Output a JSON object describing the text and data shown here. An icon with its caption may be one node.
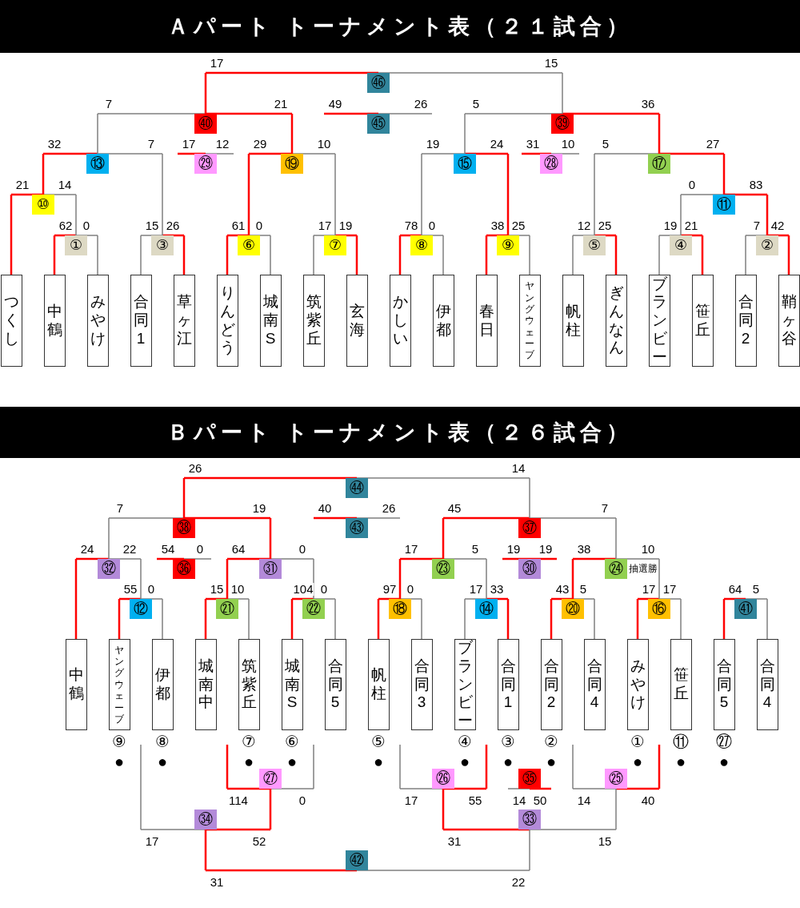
{
  "diagram": {
    "nodes": [
      {
        "text": [
          "Ａパート トーナメント表（２１試合）"
        ]
      },
      {
        "text": [
          "㊻"
        ]
      },
      {
        "text": [
          "㊵"
        ]
      },
      {
        "text": [
          "㊺"
        ]
      },
      {
        "text": [
          "㊴"
        ]
      },
      {
        "text": [
          "⑬"
        ]
      },
      {
        "text": [
          "㉙"
        ]
      },
      {
        "text": [
          "⑲"
        ]
      },
      {
        "text": [
          "⑮"
        ]
      },
      {
        "text": [
          "㉘"
        ]
      },
      {
        "text": [
          "⑰"
        ]
      },
      {
        "text": [
          "⑩"
        ]
      },
      {
        "text": [
          "⑪"
        ]
      },
      {
        "text": [
          "①"
        ]
      },
      {
        "text": [
          "③"
        ]
      },
      {
        "text": [
          "⑥"
        ]
      },
      {
        "text": [
          "⑦"
        ]
      },
      {
        "text": [
          "⑧"
        ]
      },
      {
        "text": [
          "⑨"
        ]
      },
      {
        "text": [
          "⑤"
        ]
      },
      {
        "text": [
          "④"
        ]
      },
      {
        "text": [
          "②"
        ]
      },
      {
        "text": [
          "つくし"
        ]
      },
      {
        "text": [
          "中鶴"
        ]
      },
      {
        "text": [
          "みやけ"
        ]
      },
      {
        "text": [
          "合同1"
        ]
      },
      {
        "text": [
          "草ヶ江"
        ]
      },
      {
        "text": [
          "りんどう"
        ]
      },
      {
        "text": [
          "城南S"
        ]
      },
      {
        "text": [
          "筑紫丘"
        ]
      },
      {
        "text": [
          "玄海"
        ]
      },
      {
        "text": [
          "かしい"
        ]
      },
      {
        "text": [
          "伊都"
        ]
      },
      {
        "text": [
          "春日"
        ]
      },
      {
        "text": [
          "ヤングウェーブ"
        ]
      },
      {
        "text": [
          "帆柱"
        ]
      },
      {
        "text": [
          "ぎんなん"
        ]
      },
      {
        "text": [
          "ブランビー"
        ]
      },
      {
        "text": [
          "笹丘"
        ]
      },
      {
        "text": [
          "合同2"
        ]
      },
      {
        "text": [
          "鞘ヶ谷"
        ]
      },
      {
        "text": [
          "Ｂパート トーナメント表（２６試合）"
        ]
      },
      {
        "text": [
          "㊹"
        ]
      },
      {
        "text": [
          "㊳"
        ]
      },
      {
        "text": [
          "㊸"
        ]
      },
      {
        "text": [
          "㊲"
        ]
      },
      {
        "text": [
          "㉜"
        ]
      },
      {
        "text": [
          "㊱"
        ]
      },
      {
        "text": [
          "㉛"
        ]
      },
      {
        "text": [
          "㉓"
        ]
      },
      {
        "text": [
          "㉚"
        ]
      },
      {
        "text": [
          "㉔"
        ],
        "beside": [
          "抽選勝"
        ]
      },
      {
        "text": [
          "⑫"
        ]
      },
      {
        "text": [
          "㉑"
        ]
      },
      {
        "text": [
          "㉒"
        ]
      },
      {
        "text": [
          "⑱"
        ]
      },
      {
        "text": [
          "⑭"
        ]
      },
      {
        "text": [
          "⑳"
        ]
      },
      {
        "text": [
          "⑯"
        ]
      },
      {
        "text": [
          "㊶"
        ]
      },
      {
        "text": [
          "中鶴"
        ]
      },
      {
        "text": [
          "ヤングウェーブ"
        ]
      },
      {
        "text": [
          "伊都"
        ]
      },
      {
        "text": [
          "城南中"
        ]
      },
      {
        "text": [
          "筑紫丘"
        ]
      },
      {
        "text": [
          "城南S"
        ]
      },
      {
        "text": [
          "合同5"
        ]
      },
      {
        "text": [
          "帆柱"
        ]
      },
      {
        "text": [
          "合同3"
        ]
      },
      {
        "text": [
          "ブランビー"
        ]
      },
      {
        "text": [
          "合同1"
        ]
      },
      {
        "text": [
          "合同2"
        ]
      },
      {
        "text": [
          "合同4"
        ]
      },
      {
        "text": [
          "みやけ"
        ]
      },
      {
        "text": [
          "笹丘"
        ]
      },
      {
        "text": [
          "合同5"
        ]
      },
      {
        "text": [
          "合同4"
        ]
      },
      {
        "text": [
          "㉗"
        ]
      },
      {
        "text": [
          "㉖"
        ]
      },
      {
        "text": [
          "㉟"
        ]
      },
      {
        "text": [
          "㉕"
        ]
      },
      {
        "text": [
          "㉞"
        ]
      },
      {
        "text": [
          "㉝"
        ]
      },
      {
        "text": [
          "㊷"
        ]
      }
    ],
    "edges": [
      {
        "from": 23,
        "to": 13,
        "arrow": "none",
        "label": "62"
      },
      {
        "from": 24,
        "to": 13,
        "arrow": "none",
        "label": "0",
        "color": "#7f7f7f"
      },
      {
        "from": 25,
        "to": 14,
        "arrow": "none",
        "label": "15",
        "color": "#7f7f7f"
      },
      {
        "from": 26,
        "to": 14,
        "arrow": "none",
        "label": "26"
      },
      {
        "from": 27,
        "to": 15,
        "arrow": "none",
        "label": "61"
      },
      {
        "from": 28,
        "to": 15,
        "arrow": "none",
        "label": "0",
        "color": "#7f7f7f"
      },
      {
        "from": 29,
        "to": 16,
        "arrow": "none",
        "label": "17",
        "color": "#7f7f7f"
      },
      {
        "from": 30,
        "to": 16,
        "arrow": "none",
        "label": "19"
      },
      {
        "from": 31,
        "to": 17,
        "arrow": "none",
        "label": "78"
      },
      {
        "from": 32,
        "to": 17,
        "arrow": "none",
        "label": "0",
        "color": "#7f7f7f"
      },
      {
        "from": 33,
        "to": 18,
        "arrow": "none",
        "label": "38"
      },
      {
        "from": 34,
        "to": 18,
        "arrow": "none",
        "label": "25",
        "color": "#7f7f7f"
      },
      {
        "from": 35,
        "to": 19,
        "arrow": "none",
        "label": "12",
        "color": "#7f7f7f"
      },
      {
        "from": 36,
        "to": 19,
        "arrow": "none",
        "label": "25"
      },
      {
        "from": 37,
        "to": 20,
        "arrow": "none",
        "label": "19",
        "color": "#7f7f7f"
      },
      {
        "from": 38,
        "to": 20,
        "arrow": "none",
        "label": "21"
      },
      {
        "from": 39,
        "to": 21,
        "arrow": "none",
        "label": "7",
        "color": "#7f7f7f"
      },
      {
        "from": 40,
        "to": 21,
        "arrow": "none",
        "label": "42"
      },
      {
        "from": 22,
        "to": 11,
        "arrow": "none",
        "label": "21"
      },
      {
        "from": 13,
        "to": 11,
        "arrow": "none",
        "label": "14",
        "color": "#7f7f7f"
      },
      {
        "from": 20,
        "to": 12,
        "arrow": "none",
        "label": "0",
        "color": "#7f7f7f"
      },
      {
        "from": 21,
        "to": 12,
        "arrow": "none",
        "label": "83"
      },
      {
        "from": 11,
        "to": 5,
        "arrow": "none",
        "label": "32"
      },
      {
        "from": 14,
        "to": 5,
        "arrow": "none",
        "label": "7",
        "color": "#7f7f7f"
      },
      {
        "from": null,
        "to": 6,
        "arrow": "none",
        "label": "17"
      },
      {
        "from": null,
        "to": 6,
        "arrow": "none",
        "label": "12",
        "color": "#7f7f7f"
      },
      {
        "from": 15,
        "to": 7,
        "arrow": "none",
        "label": "29"
      },
      {
        "from": 16,
        "to": 7,
        "arrow": "none",
        "label": "10",
        "color": "#7f7f7f"
      },
      {
        "from": 17,
        "to": 8,
        "arrow": "none",
        "label": "19",
        "color": "#7f7f7f"
      },
      {
        "from": 18,
        "to": 8,
        "arrow": "none",
        "label": "24"
      },
      {
        "from": null,
        "to": 9,
        "arrow": "none",
        "label": "31"
      },
      {
        "from": null,
        "to": 9,
        "arrow": "none",
        "label": "10",
        "color": "#7f7f7f"
      },
      {
        "from": 19,
        "to": 10,
        "arrow": "none",
        "label": "5",
        "color": "#7f7f7f"
      },
      {
        "from": 12,
        "to": 10,
        "arrow": "none",
        "label": "27"
      },
      {
        "from": 5,
        "to": 2,
        "arrow": "none",
        "label": "7",
        "color": "#7f7f7f"
      },
      {
        "from": 7,
        "to": 2,
        "arrow": "none",
        "label": "21"
      },
      {
        "from": null,
        "to": 3,
        "arrow": "none",
        "label": "49"
      },
      {
        "from": null,
        "to": 3,
        "arrow": "none",
        "label": "26",
        "color": "#7f7f7f"
      },
      {
        "from": 8,
        "to": 4,
        "arrow": "none",
        "label": "5",
        "color": "#7f7f7f"
      },
      {
        "from": 10,
        "to": 4,
        "arrow": "none",
        "label": "36"
      },
      {
        "from": 2,
        "to": 1,
        "arrow": "none",
        "label": "17"
      },
      {
        "from": 4,
        "to": 1,
        "arrow": "none",
        "label": "15",
        "color": "#7f7f7f"
      },
      {
        "from": 61,
        "to": 52,
        "arrow": "none",
        "label": "55"
      },
      {
        "from": 62,
        "to": 52,
        "arrow": "none",
        "label": "0",
        "color": "#7f7f7f"
      },
      {
        "from": 63,
        "to": 53,
        "arrow": "none",
        "label": "15"
      },
      {
        "from": 64,
        "to": 53,
        "arrow": "none",
        "label": "10",
        "color": "#7f7f7f"
      },
      {
        "from": 65,
        "to": 54,
        "arrow": "none",
        "label": "104"
      },
      {
        "from": 66,
        "to": 54,
        "arrow": "none",
        "label": "0",
        "color": "#7f7f7f"
      },
      {
        "from": 67,
        "to": 55,
        "arrow": "none",
        "label": "97"
      },
      {
        "from": 68,
        "to": 55,
        "arrow": "none",
        "label": "0",
        "color": "#7f7f7f"
      },
      {
        "from": 69,
        "to": 56,
        "arrow": "none",
        "label": "17",
        "color": "#7f7f7f"
      },
      {
        "from": 70,
        "to": 56,
        "arrow": "none",
        "label": "33"
      },
      {
        "from": 71,
        "to": 57,
        "arrow": "none",
        "label": "43"
      },
      {
        "from": 72,
        "to": 57,
        "arrow": "none",
        "label": "5",
        "color": "#7f7f7f"
      },
      {
        "from": 73,
        "to": 58,
        "arrow": "none",
        "label": "17"
      },
      {
        "from": 74,
        "to": 58,
        "arrow": "none",
        "label": "17",
        "color": "#7f7f7f"
      },
      {
        "from": 75,
        "to": 59,
        "arrow": "none",
        "label": "64"
      },
      {
        "from": 76,
        "to": 59,
        "arrow": "none",
        "label": "5",
        "color": "#7f7f7f"
      },
      {
        "from": 60,
        "to": 46,
        "arrow": "none",
        "label": "24"
      },
      {
        "from": 52,
        "to": 46,
        "arrow": "none",
        "label": "22",
        "color": "#7f7f7f"
      },
      {
        "from": null,
        "to": 47,
        "arrow": "none",
        "label": "54"
      },
      {
        "from": null,
        "to": 47,
        "arrow": "none",
        "label": "0",
        "color": "#7f7f7f"
      },
      {
        "from": 53,
        "to": 48,
        "arrow": "none",
        "label": "64"
      },
      {
        "from": 54,
        "to": 48,
        "arrow": "none",
        "label": "0",
        "color": "#7f7f7f"
      },
      {
        "from": 55,
        "to": 49,
        "arrow": "none",
        "label": "17"
      },
      {
        "from": 56,
        "to": 49,
        "arrow": "none",
        "label": "5",
        "color": "#7f7f7f"
      },
      {
        "from": null,
        "to": 50,
        "arrow": "none",
        "label": "19"
      },
      {
        "from": null,
        "to": 50,
        "arrow": "none",
        "label": "19"
      },
      {
        "from": 57,
        "to": 51,
        "arrow": "none",
        "label": "38"
      },
      {
        "from": 58,
        "to": 51,
        "arrow": "none",
        "label": "10",
        "color": "#7f7f7f"
      },
      {
        "from": 46,
        "to": 43,
        "arrow": "none",
        "label": "7",
        "color": "#7f7f7f"
      },
      {
        "from": 48,
        "to": 43,
        "arrow": "none",
        "label": "19"
      },
      {
        "from": null,
        "to": 44,
        "arrow": "none",
        "label": "40"
      },
      {
        "from": null,
        "to": 44,
        "arrow": "none",
        "label": "26",
        "color": "#7f7f7f"
      },
      {
        "from": 49,
        "to": 45,
        "arrow": "none",
        "label": "45"
      },
      {
        "from": 51,
        "to": 45,
        "arrow": "none",
        "label": "7",
        "color": "#7f7f7f"
      },
      {
        "from": 43,
        "to": 42,
        "arrow": "none",
        "label": "26"
      },
      {
        "from": 45,
        "to": 42,
        "arrow": "none",
        "label": "14",
        "color": "#7f7f7f"
      },
      {
        "from": null,
        "to": 77,
        "arrow": "none",
        "label": "114"
      },
      {
        "from": null,
        "to": 77,
        "arrow": "none",
        "label": "0",
        "color": "#7f7f7f"
      },
      {
        "from": null,
        "to": 78,
        "arrow": "none",
        "label": "17",
        "color": "#7f7f7f"
      },
      {
        "from": null,
        "to": 78,
        "arrow": "none",
        "label": "55"
      },
      {
        "from": null,
        "to": 79,
        "arrow": "none",
        "label": "14",
        "color": "#7f7f7f"
      },
      {
        "from": null,
        "to": 79,
        "arrow": "none",
        "label": "50"
      },
      {
        "from": null,
        "to": 80,
        "arrow": "none",
        "label": "14",
        "color": "#7f7f7f"
      },
      {
        "from": null,
        "to": 80,
        "arrow": "none",
        "label": "40"
      },
      {
        "from": null,
        "to": 81,
        "arrow": "none",
        "label": "17",
        "color": "#7f7f7f"
      },
      {
        "from": 77,
        "to": 81,
        "arrow": "none",
        "label": "52"
      },
      {
        "from": 78,
        "to": 82,
        "arrow": "none",
        "label": "31"
      },
      {
        "from": 80,
        "to": 82,
        "arrow": "none",
        "label": "15",
        "color": "#7f7f7f"
      },
      {
        "from": 81,
        "to": 83,
        "arrow": "none",
        "label": "31"
      },
      {
        "from": 82,
        "to": 83,
        "arrow": "none",
        "label": "22",
        "color": "#7f7f7f"
      }
    ],
    "labels": [
      "⑨",
      "⑧",
      "⑦",
      "⑥",
      "⑤",
      "④",
      "③",
      "②",
      "①",
      "⑪",
      "㉗",
      "●",
      "●",
      "●",
      "●",
      "●",
      "●",
      "●",
      "●",
      "●",
      "●",
      "●"
    ]
  }
}
